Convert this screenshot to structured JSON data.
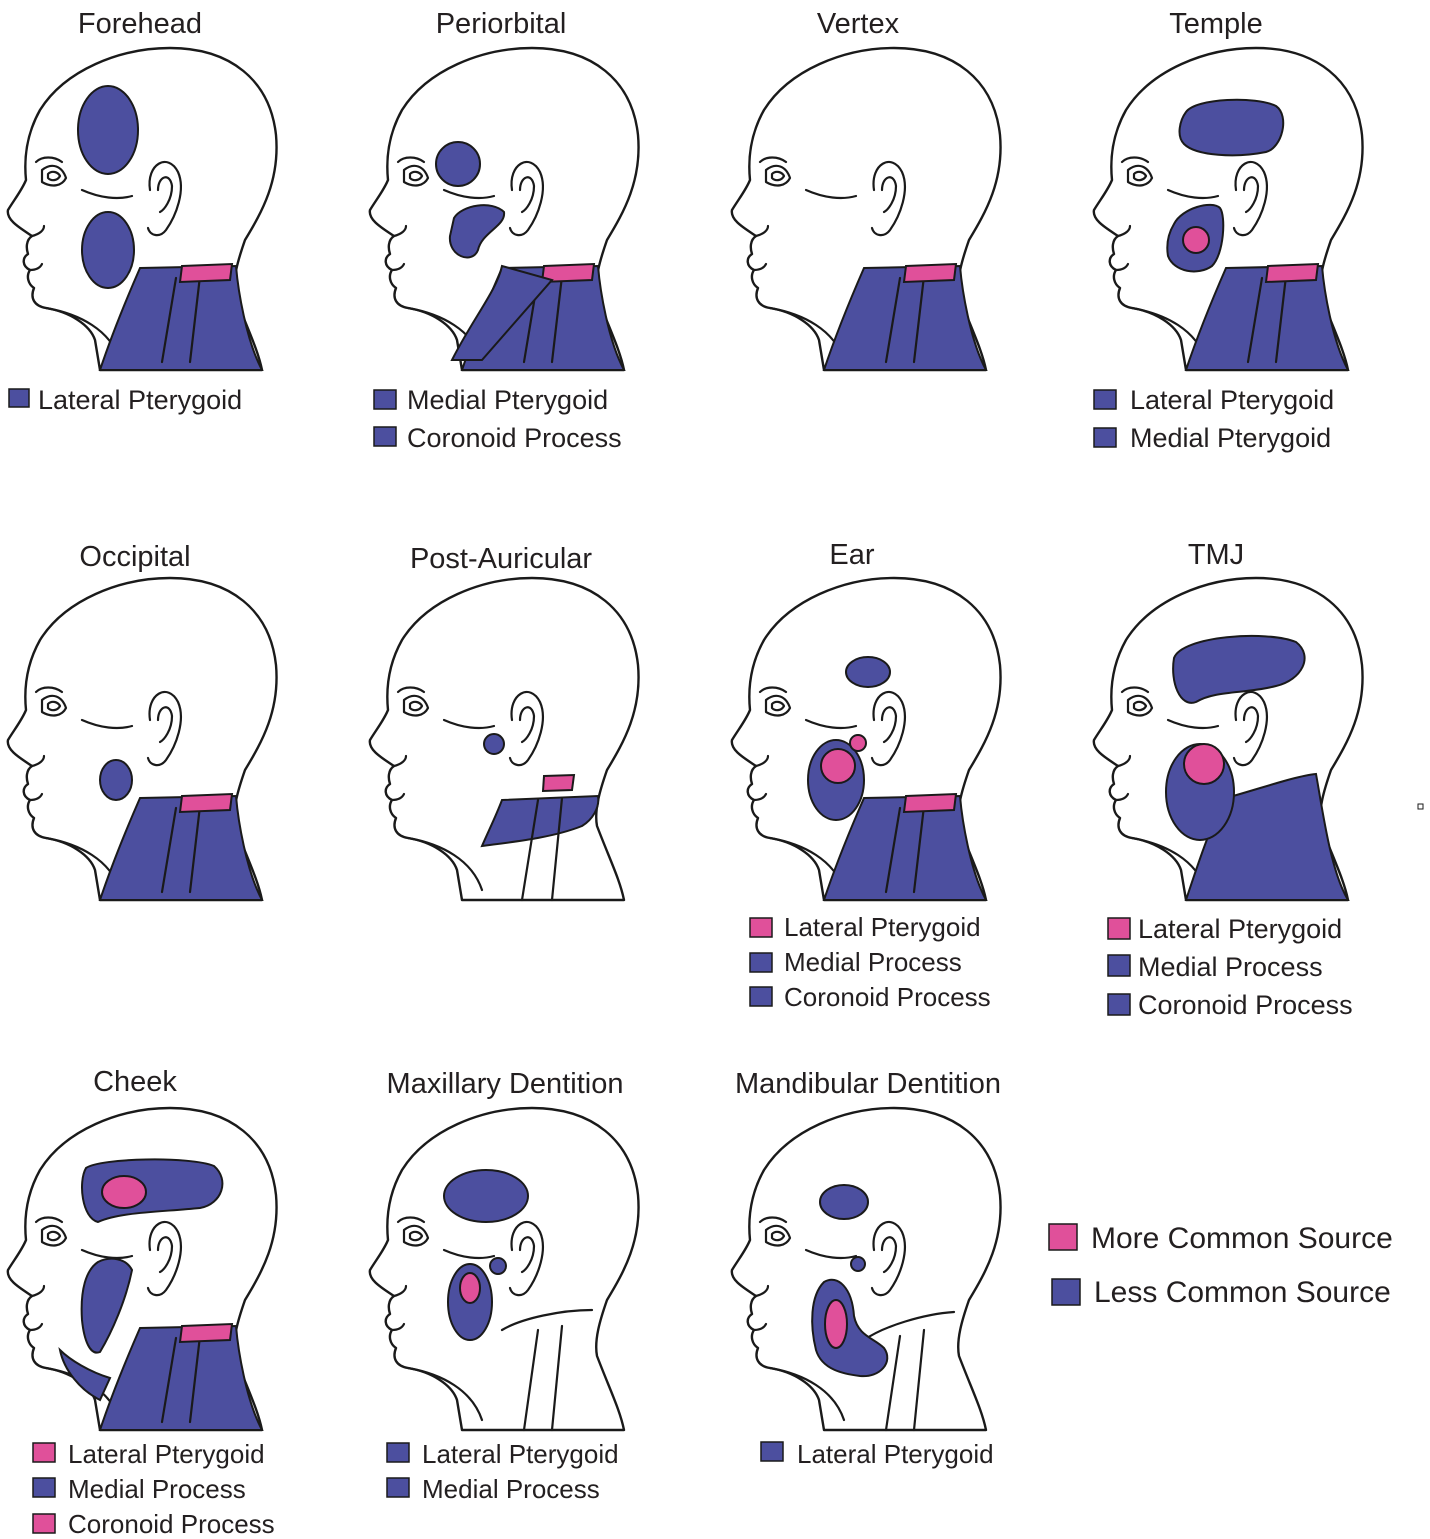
{
  "colors": {
    "more_common": "#e0509a",
    "less_common": "#4c4f9f"
  },
  "key": {
    "more": {
      "label": "More Common Source",
      "color": "more"
    },
    "less": {
      "label": "Less Common Source",
      "color": "less"
    }
  },
  "panels": [
    {
      "id": "forehead",
      "title": "Forehead",
      "legend": [
        {
          "label": "Lateral Pterygoid",
          "color": "less"
        }
      ]
    },
    {
      "id": "periorbital",
      "title": "Periorbital",
      "legend": [
        {
          "label": "Medial Pterygoid",
          "color": "less"
        },
        {
          "label": "Coronoid Process",
          "color": "less"
        }
      ]
    },
    {
      "id": "vertex",
      "title": "Vertex",
      "legend": []
    },
    {
      "id": "temple",
      "title": "Temple",
      "legend": [
        {
          "label": "Lateral Pterygoid",
          "color": "less"
        },
        {
          "label": "Medial Pterygoid",
          "color": "less"
        }
      ]
    },
    {
      "id": "occipital",
      "title": "Occipital",
      "legend": []
    },
    {
      "id": "post-auricular",
      "title": "Post-Auricular",
      "legend": []
    },
    {
      "id": "ear",
      "title": "Ear",
      "legend": [
        {
          "label": "Lateral Pterygoid",
          "color": "more"
        },
        {
          "label": "Medial Process",
          "color": "less"
        },
        {
          "label": "Coronoid Process",
          "color": "less"
        }
      ]
    },
    {
      "id": "tmj",
      "title": "TMJ",
      "legend": [
        {
          "label": "Lateral Pterygoid",
          "color": "more"
        },
        {
          "label": "Medial Process",
          "color": "less"
        },
        {
          "label": "Coronoid Process",
          "color": "less"
        }
      ]
    },
    {
      "id": "cheek",
      "title": "Cheek",
      "legend": [
        {
          "label": "Lateral Pterygoid",
          "color": "more"
        },
        {
          "label": "Medial Process",
          "color": "less"
        },
        {
          "label": "Coronoid Process",
          "color": "more"
        }
      ]
    },
    {
      "id": "maxillary-dentition",
      "title": "Maxillary Dentition",
      "legend": [
        {
          "label": "Lateral Pterygoid",
          "color": "less"
        },
        {
          "label": "Medial Process",
          "color": "less"
        }
      ]
    },
    {
      "id": "mandibular-dentition",
      "title": "Mandibular Dentition",
      "legend": [
        {
          "label": "Lateral Pterygoid",
          "color": "less"
        }
      ]
    }
  ]
}
